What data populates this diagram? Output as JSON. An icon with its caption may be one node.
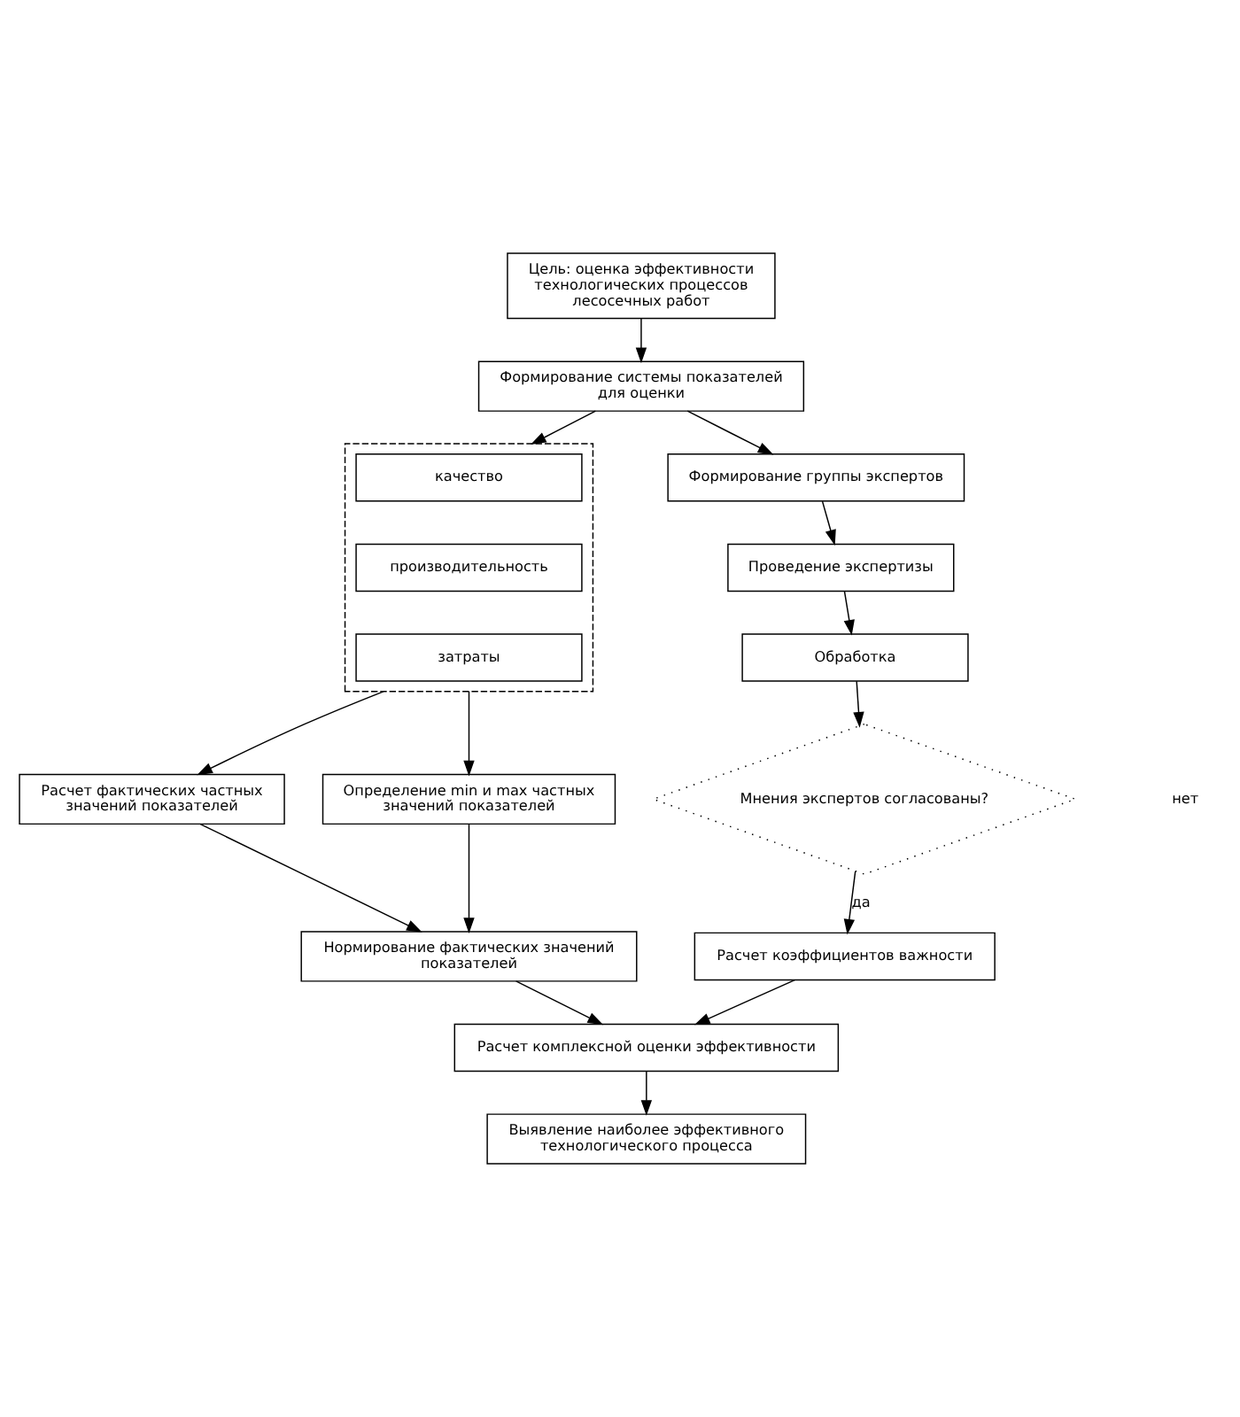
{
  "diagram": {
    "nodes": [
      {
        "text": [
          "Цель: оценка эффективности технологических процессов лесосечных работ"
        ]
      },
      {
        "text": [
          "Формирование системы показателей для оценки"
        ]
      },
      {
        "text": [],
        "shape": "box"
      },
      {
        "text": [
          "качество"
        ],
        "in": 2
      },
      {
        "text": [
          "производительность"
        ],
        "in": 2
      },
      {
        "text": [
          "затраты"
        ],
        "in": 2
      },
      {
        "text": [
          "Формирование группы экспертов"
        ]
      },
      {
        "text": [
          "Проведение экспертизы"
        ]
      },
      {
        "text": [
          "Обработка"
        ]
      },
      {
        "text": [
          "Расчет фактических частных значений показателей"
        ]
      },
      {
        "text": [
          "Определение min и max частных значений показателей"
        ]
      },
      {
        "text": [
          "Мнения экспертов согласованы?"
        ]
      },
      {
        "text": [
          "Нормирование фактических значений показателей"
        ]
      },
      {
        "text": [
          "Расчет коэффициентов важности"
        ]
      },
      {
        "text": [
          "Расчет комплексной оценки эффективности"
        ]
      },
      {
        "text": [
          "Выявление наиболее эффективного технологического процесса"
        ]
      }
    ],
    "edges": [
      {
        "from": 0,
        "to": 1,
        "arrow": "to"
      },
      {
        "from": 1,
        "to": 2,
        "arrow": "to"
      },
      {
        "from": 1,
        "to": 6,
        "arrow": "to"
      },
      {
        "from": 6,
        "to": 7,
        "arrow": "to"
      },
      {
        "from": 7,
        "to": 8,
        "arrow": "to"
      },
      {
        "from": 2,
        "to": 9,
        "arrow": "to"
      },
      {
        "from": 2,
        "to": 10,
        "arrow": "to"
      },
      {
        "from": 8,
        "to": 11,
        "arrow": "to"
      },
      {
        "from": 9,
        "to": 12,
        "arrow": "to"
      },
      {
        "from": 10,
        "to": 12,
        "arrow": "to"
      },
      {
        "from": 11,
        "to": 13,
        "arrow": "to",
        "label": "да"
      },
      {
        "from": 12,
        "to": 14,
        "arrow": "to"
      },
      {
        "from": 13,
        "to": 14,
        "arrow": "to"
      },
      {
        "from": 14,
        "to": 15,
        "arrow": "to"
      }
    ],
    "labels": [
      "нет"
    ]
  }
}
